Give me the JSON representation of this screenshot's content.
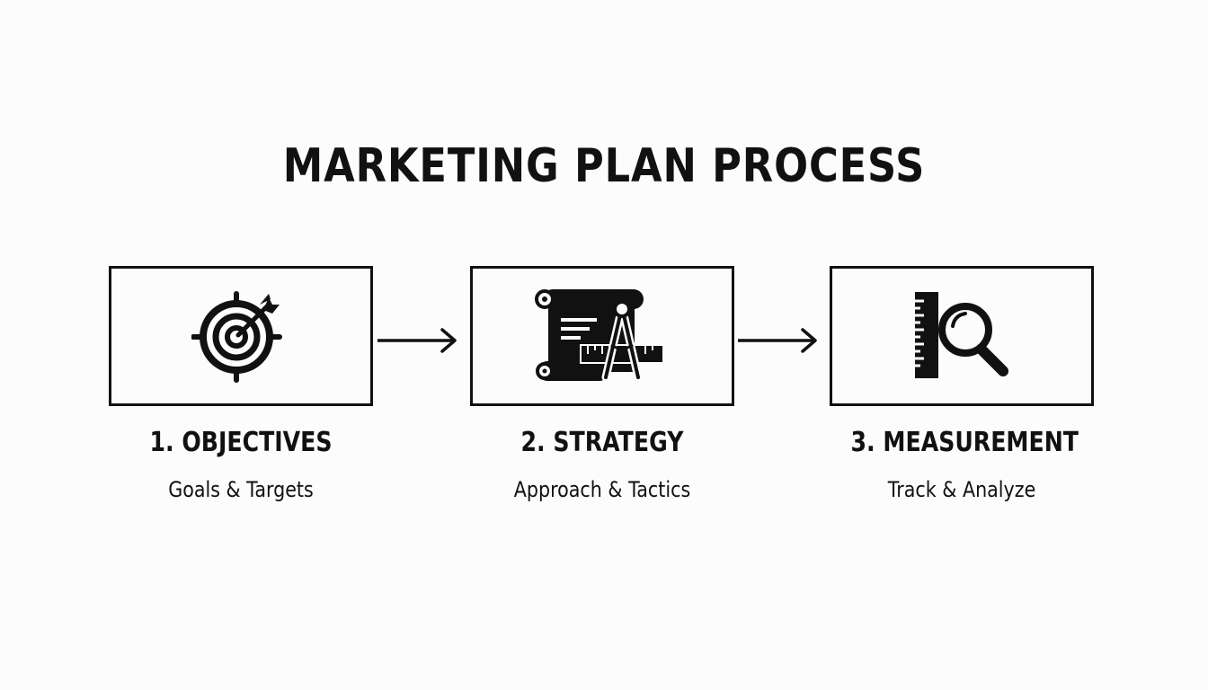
{
  "title": "MARKETING PLAN PROCESS",
  "steps": [
    {
      "label": "1. OBJECTIVES",
      "subtitle": "Goals & Targets",
      "icon": "target-arrow-icon"
    },
    {
      "label": "2. STRATEGY",
      "subtitle": "Approach & Tactics",
      "icon": "blueprint-compass-icon"
    },
    {
      "label": "3. MEASUREMENT",
      "subtitle": "Track & Analyze",
      "icon": "ruler-magnifier-icon"
    }
  ],
  "colors": {
    "ink": "#111111",
    "background": "#fcfcfc"
  }
}
